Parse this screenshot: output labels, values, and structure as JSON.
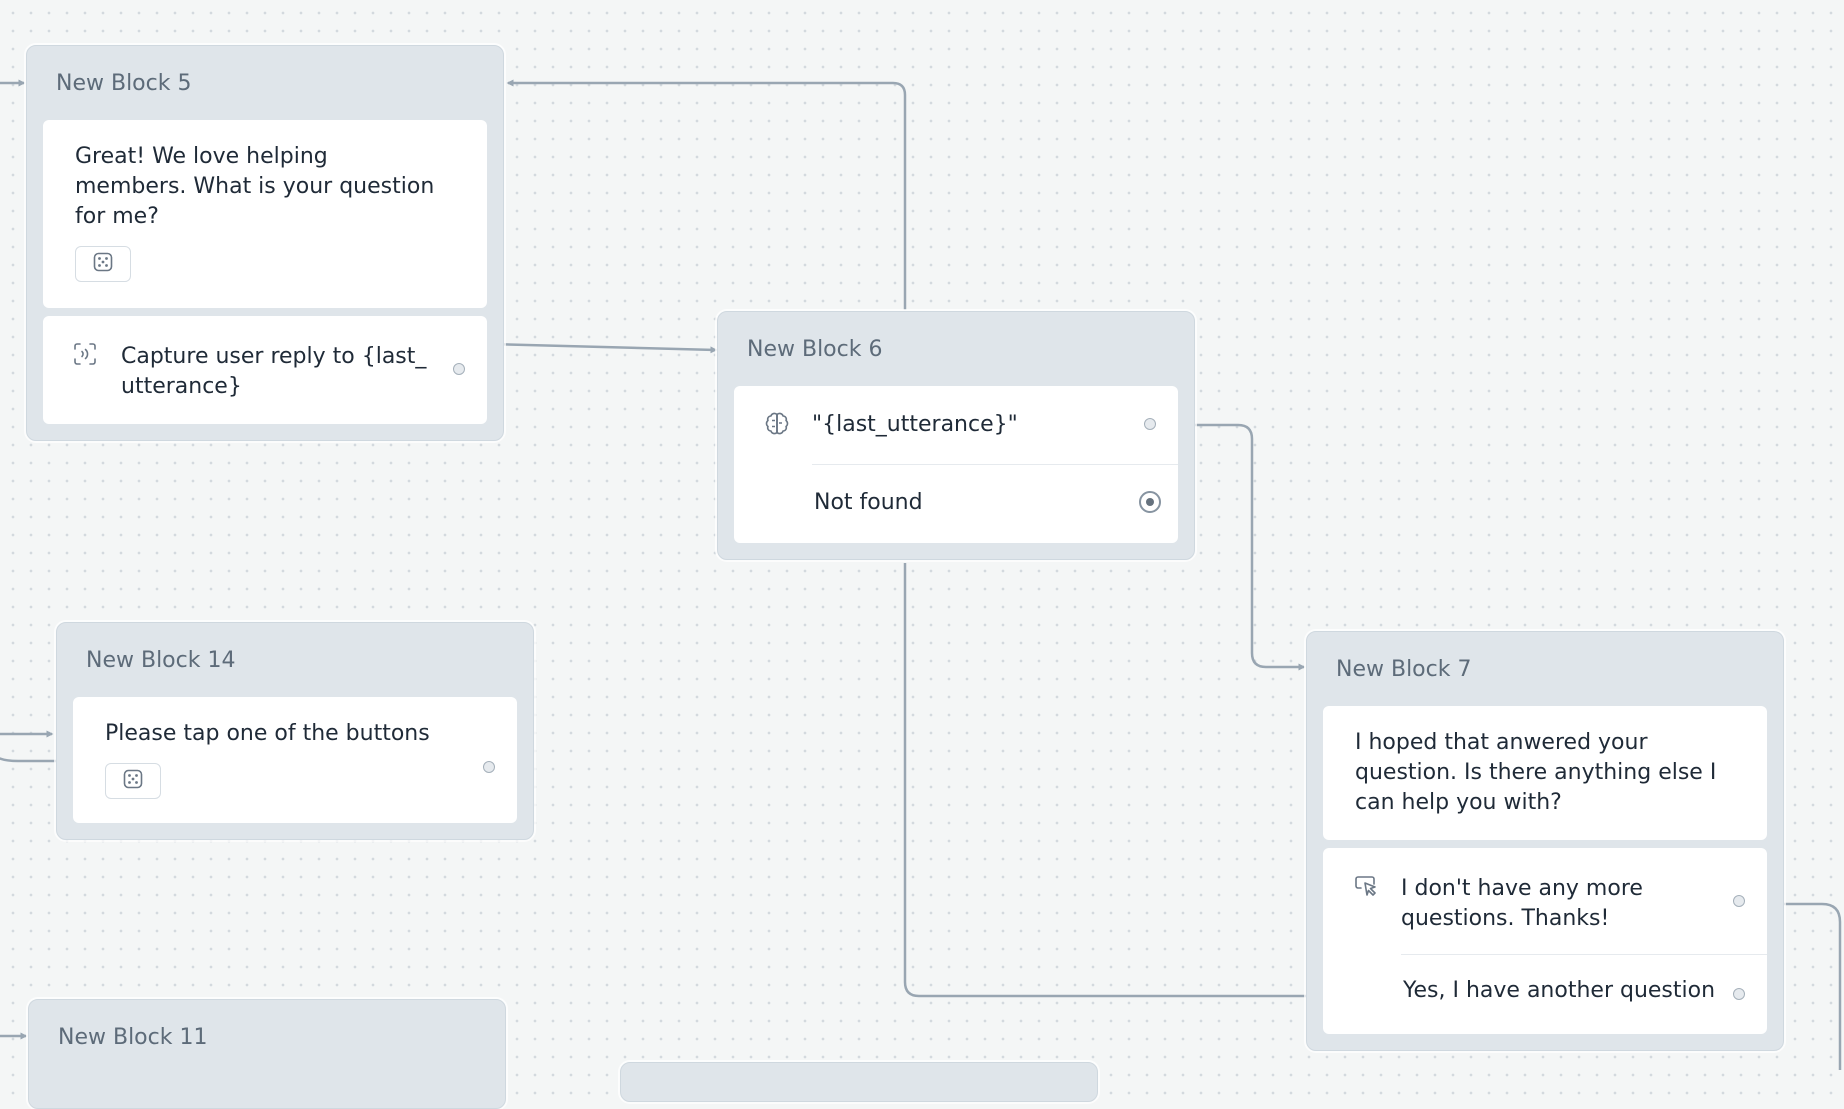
{
  "blocks": {
    "b5": {
      "title": "New Block 5",
      "message": "Great! We love helping members. What is your question for me?",
      "capture": "Capture user reply to {last_utterance}"
    },
    "b6": {
      "title": "New Block 6",
      "condition": "\"{last_utterance}\"",
      "fallback": "Not found"
    },
    "b14": {
      "title": "New Block 14",
      "message": "Please tap one of the buttons"
    },
    "b7": {
      "title": "New Block 7",
      "message": "I hoped that anwered your question. Is there anything else I can help you with?",
      "choice1": "I don't have any more questions. Thanks!",
      "choice2": "Yes, I have another question"
    },
    "b11": {
      "title": "New Block 11"
    }
  },
  "icons": {
    "variants": "dice-icon",
    "capture": "voice-capture-icon",
    "intent": "brain-icon",
    "choice": "pointer-click-icon"
  },
  "colors": {
    "connector": "#99a6b2",
    "block_bg": "#dfe5ea",
    "card_bg": "#ffffff",
    "title_text": "#5d6b79"
  }
}
